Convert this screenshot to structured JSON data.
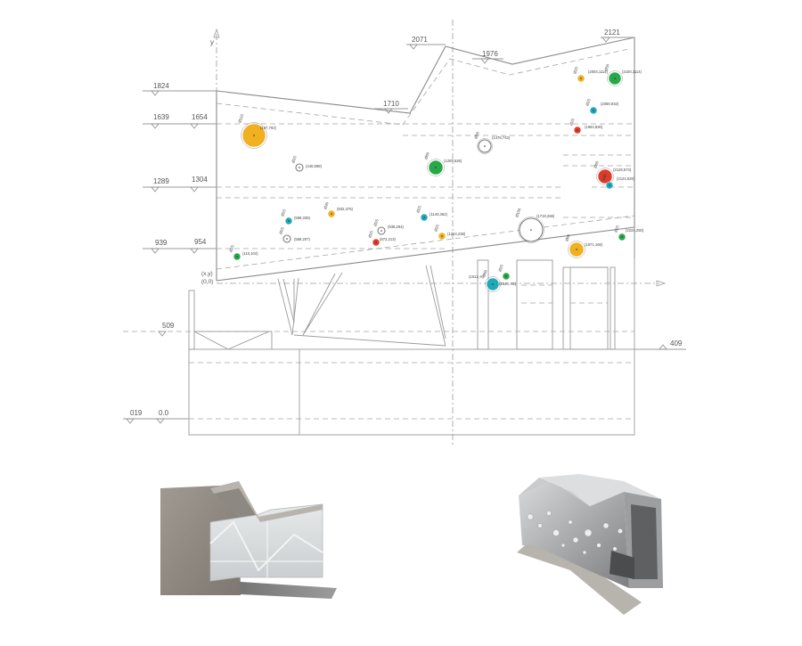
{
  "colors": {
    "yellow": "#f0b020",
    "green": "#28a848",
    "teal": "#20a8b8",
    "red": "#e03a2a",
    "outline": "#8a8a8a",
    "line": "#9a9a9a"
  },
  "axes": {
    "y_label": "y",
    "origin_xy": "(x,y)",
    "origin_00": "(0,0)"
  },
  "levels": [
    {
      "id": "2121",
      "text": "2121"
    },
    {
      "id": "2071",
      "text": "2071"
    },
    {
      "id": "1976",
      "text": "1976"
    },
    {
      "id": "1824",
      "text": "1824"
    },
    {
      "id": "1710",
      "text": "1710"
    },
    {
      "id": "1639",
      "text": "1639"
    },
    {
      "id": "1654",
      "text": "1654"
    },
    {
      "id": "1289",
      "text": "1289"
    },
    {
      "id": "1304",
      "text": "1304"
    },
    {
      "id": "939",
      "text": "939"
    },
    {
      "id": "954",
      "text": "954"
    },
    {
      "id": "509",
      "text": "509"
    },
    {
      "id": "409",
      "text": "409"
    },
    {
      "id": "019",
      "text": "019"
    },
    {
      "id": "0.0",
      "text": "0.0"
    }
  ],
  "openings": [
    {
      "diameter": "Ø115",
      "coords": "(197,792)",
      "color": "yellow"
    },
    {
      "diameter": "Ø25",
      "coords": "(440,698)",
      "color": "outline"
    },
    {
      "diameter": "Ø60",
      "coords": "(1209,626)",
      "color": "green"
    },
    {
      "diameter": "Ø50",
      "coords": "(1476,743)",
      "color": "outline"
    },
    {
      "diameter": "Ø25",
      "coords": "(2004,1114)",
      "color": "yellow"
    },
    {
      "diameter": "Ø50",
      "coords": "(2100,1114)",
      "color": "green"
    },
    {
      "diameter": "Ø25",
      "coords": "(2068,932)",
      "color": "teal"
    },
    {
      "diameter": "Ø25",
      "coords": "(1964,830)",
      "color": "red"
    },
    {
      "diameter": "Ø60",
      "coords": "(2128,574)",
      "color": "red"
    },
    {
      "diameter": "Ø25",
      "coords": "(2124,526)",
      "color": "teal"
    },
    {
      "diameter": "Ø25",
      "coords": "(599,338)",
      "color": "teal"
    },
    {
      "diameter": "Ø30",
      "coords": "(832,375)",
      "color": "yellow"
    },
    {
      "diameter": "Ø25",
      "coords": "(566,207)",
      "color": "outline"
    },
    {
      "diameter": "Ø25",
      "coords": "(110,104)",
      "color": "green"
    },
    {
      "diameter": "Ø25",
      "coords": "(936,294)",
      "color": "outline"
    },
    {
      "diameter": "Ø25",
      "coords": "(872,213)",
      "color": "red"
    },
    {
      "diameter": "Ø25",
      "coords": "(1140,352)",
      "color": "teal"
    },
    {
      "diameter": "Ø25",
      "coords": "(1224,238)",
      "color": "yellow"
    },
    {
      "diameter": "Ø100",
      "coords": "(1719,266)",
      "color": "outline"
    },
    {
      "diameter": "Ø25",
      "coords": "(2224,250)",
      "color": "green"
    },
    {
      "diameter": "Ø60",
      "coords": "(1971,166)",
      "color": "yellow"
    },
    {
      "diameter": "Ø25",
      "coords": "(1612,-8)",
      "color": "green"
    },
    {
      "diameter": "Ø60",
      "coords": "(1540,-31)",
      "color": "teal"
    }
  ],
  "photos": [
    {
      "name": "model-photo-front",
      "description_key": "front"
    },
    {
      "name": "model-photo-perspective",
      "description_key": "perspective"
    }
  ]
}
